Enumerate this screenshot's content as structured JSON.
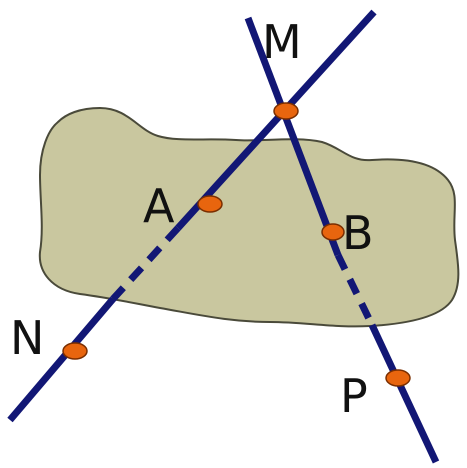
{
  "points": {
    "M": {
      "label": "M"
    },
    "A": {
      "label": "A"
    },
    "B": {
      "label": "B"
    },
    "N": {
      "label": "N"
    },
    "P": {
      "label": "P"
    }
  },
  "colors": {
    "background": "#ffffff",
    "blob_fill": "#c9c79f",
    "blob_stroke": "#4a4a3a",
    "line": "#121775",
    "point_fill": "#e8650e",
    "point_stroke": "#7a2e00",
    "label": "#111111"
  }
}
